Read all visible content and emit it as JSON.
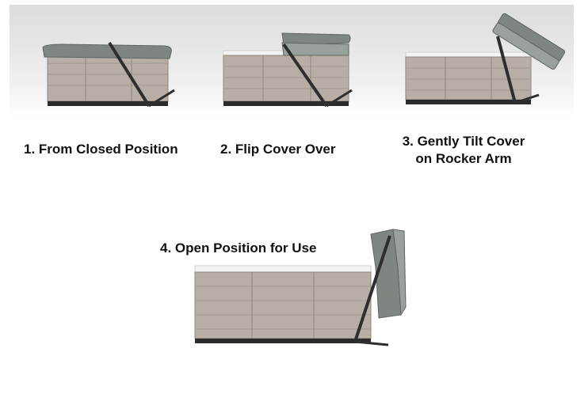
{
  "steps": [
    {
      "label": "1. From Closed Position"
    },
    {
      "label": "2. Flip Cover Over"
    },
    {
      "label_line1": "3. Gently Tilt Cover",
      "label_line2": "on Rocker Arm"
    },
    {
      "label": "4. Open Position for Use"
    }
  ],
  "colors": {
    "cabinet": "#b7aea6",
    "cabinet_dark": "#8f867f",
    "cover": "#7f8682",
    "cover_light": "#9aa19d",
    "arm": "#2e2e2e",
    "shell": "#f4f4f4",
    "base": "#2b2b2b"
  }
}
